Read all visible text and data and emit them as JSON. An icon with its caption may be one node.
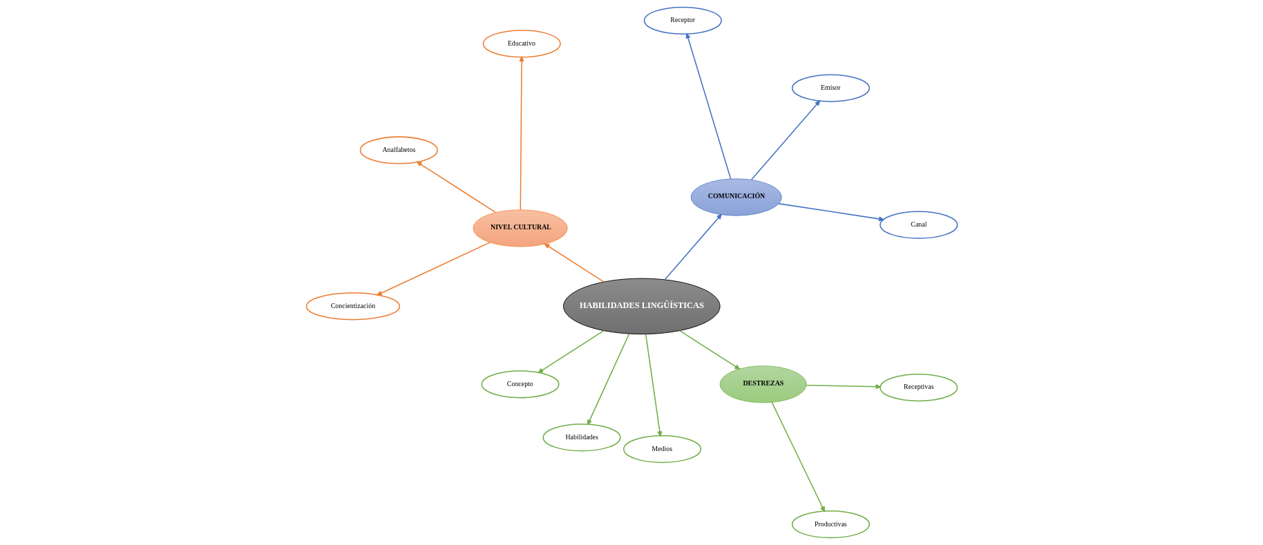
{
  "diagram": {
    "nodes": [
      {
        "text": [
          "HABILIDADES LINGÜÍSTICAS"
        ]
      },
      {
        "text": [
          "COMUNICACIÓN"
        ]
      },
      {
        "text": [
          "Canal"
        ]
      },
      {
        "text": [
          "Emisor"
        ]
      },
      {
        "text": [
          "Receptor"
        ]
      },
      {
        "text": [
          "NIVEL CULTURAL"
        ]
      },
      {
        "text": [
          "Educativo"
        ]
      },
      {
        "text": [
          "Analfabetos"
        ]
      },
      {
        "text": [
          "Concientización"
        ]
      },
      {
        "text": [
          "Concepto"
        ]
      },
      {
        "text": [
          "Habilidades"
        ]
      },
      {
        "text": [
          "Medios"
        ]
      },
      {
        "text": [
          "DESTREZAS"
        ]
      },
      {
        "text": [
          "Productivas"
        ]
      },
      {
        "text": [
          "Receptivas"
        ]
      }
    ],
    "edges": [
      {
        "from": 0,
        "to": 1,
        "arrow": "to",
        "color": "#4472c4"
      },
      {
        "from": 1,
        "to": 2,
        "arrow": "to",
        "color": "#4472c4"
      },
      {
        "from": 1,
        "to": 3,
        "arrow": "to",
        "color": "#4472c4"
      },
      {
        "from": 1,
        "to": 4,
        "arrow": "to",
        "color": "#4472c4"
      },
      {
        "from": 0,
        "to": 5,
        "arrow": "to",
        "color": "#ed7d31"
      },
      {
        "from": 5,
        "to": 6,
        "arrow": "to",
        "color": "#ed7d31"
      },
      {
        "from": 5,
        "to": 7,
        "arrow": "to",
        "color": "#ed7d31"
      },
      {
        "from": 5,
        "to": 8,
        "arrow": "to",
        "color": "#ed7d31"
      },
      {
        "from": 0,
        "to": 9,
        "arrow": "to"
      },
      {
        "from": 0,
        "to": 10,
        "arrow": "to"
      },
      {
        "from": 0,
        "to": 11,
        "arrow": "to"
      },
      {
        "from": 0,
        "to": 12,
        "arrow": "to"
      },
      {
        "from": 12,
        "to": 13,
        "arrow": "to"
      },
      {
        "from": 12,
        "to": 14,
        "arrow": "to"
      }
    ]
  }
}
